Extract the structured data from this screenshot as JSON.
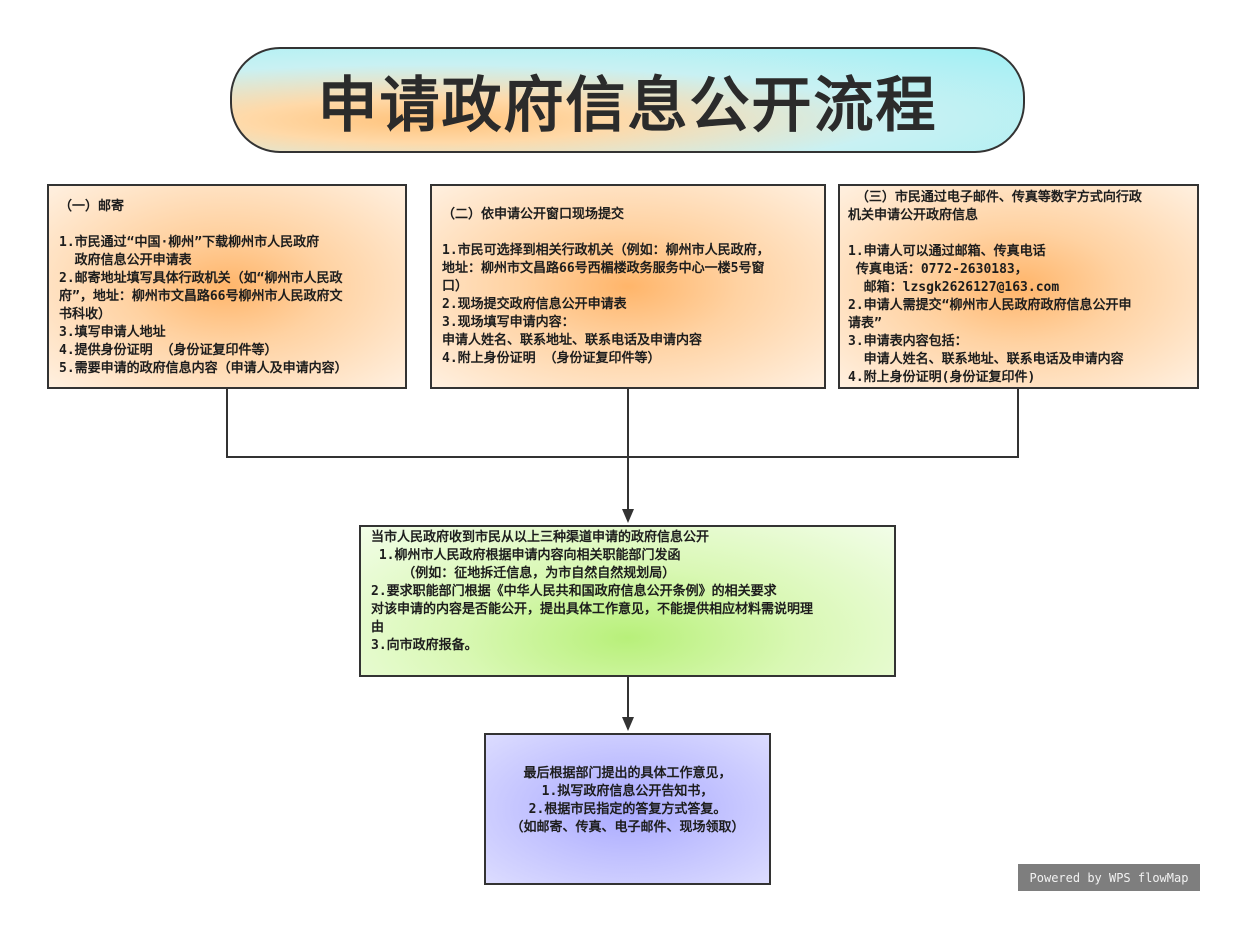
{
  "title": "申请政府信息公开流程",
  "box_mail": {
    "heading": "（一）邮寄",
    "lines": [
      "",
      "1.市民通过“中国·柳州”下载柳州市人民政府",
      "  政府信息公开申请表",
      "2.邮寄地址填写具体行政机关（如“柳州市人民政",
      "府”，地址：柳州市文昌路66号柳州市人民政府文",
      "书科收）",
      "3.填写申请人地址",
      "4.提供身份证明 （身份证复印件等）",
      "5.需要申请的政府信息内容（申请人及申请内容）"
    ]
  },
  "box_window": {
    "heading": "（二）依申请公开窗口现场提交",
    "lines": [
      "",
      "1.市民可选择到相关行政机关（例如：柳州市人民政府，",
      "地址：柳州市文昌路66号西楣楼政务服务中心一楼5号窗",
      "口）",
      "2.现场提交政府信息公开申请表",
      "3.现场填写申请内容：",
      "申请人姓名、联系地址、联系电话及申请内容",
      "4.附上身份证明 （身份证复印件等）"
    ]
  },
  "box_digital": {
    "heading": " （三）市民通过电子邮件、传真等数字方式向行政",
    "lines": [
      "机关申请公开政府信息",
      "",
      "1.申请人可以通过邮箱、传真电话",
      " 传真电话：0772-2630183，",
      "  邮箱：lzsgk2626127@163.com",
      "2.申请人需提交“柳州市人民政府政府信息公开申",
      "请表”",
      "3.申请表内容包括：",
      "  申请人姓名、联系地址、联系电话及申请内容",
      "4.附上身份证明(身份证复印件)"
    ]
  },
  "box_process": {
    "lines": [
      "当市人民政府收到市民从以上三种渠道申请的政府信息公开",
      " 1.柳州市人民政府根据申请内容向相关职能部门发函",
      "    （例如：征地拆迁信息，为市自然自然规划局）",
      "2.要求职能部门根据《中华人民共和国政府信息公开条例》的相关要求",
      "对该申请的内容是否能公开，提出具体工作意见，不能提供相应材料需说明理",
      "由",
      "3.向市政府报备。"
    ]
  },
  "box_final": {
    "lines": [
      "最后根据部门提出的具体工作意见，",
      "1.拟写政府信息公开告知书，",
      "2.根据市民指定的答复方式答复。",
      "（如邮寄、传真、电子邮件、现场领取）"
    ]
  },
  "watermark": "Powered by WPS flowMap",
  "colors": {
    "title_fill": "#9ff0f4",
    "channel_fill": "#ffd2a2",
    "process_fill": "#d9f8b4",
    "final_fill": "#c3c3ff",
    "connector": "#333333"
  }
}
